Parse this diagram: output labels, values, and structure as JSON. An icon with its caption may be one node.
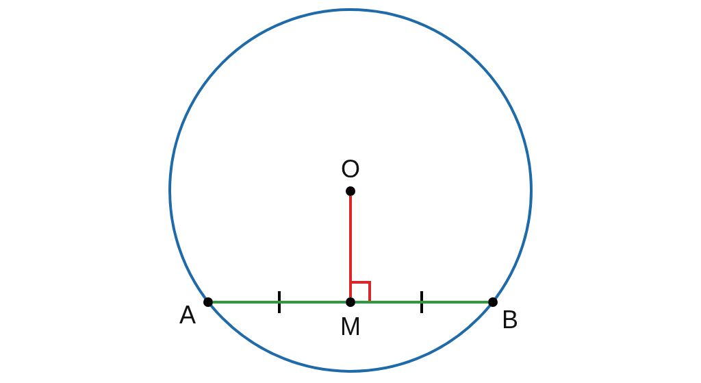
{
  "diagram": {
    "nodes": [
      {
        "text": [
          "O"
        ]
      },
      {
        "text": [
          "A"
        ]
      },
      {
        "text": [
          "M"
        ]
      },
      {
        "text": [
          "B"
        ]
      }
    ],
    "edges": [
      {
        "from": 1,
        "to": 2,
        "arrow": "none"
      },
      {
        "from": 2,
        "to": 3,
        "arrow": "none"
      },
      {
        "from": 0,
        "to": 2,
        "arrow": "none",
        "color": "#d9262c"
      }
    ]
  }
}
